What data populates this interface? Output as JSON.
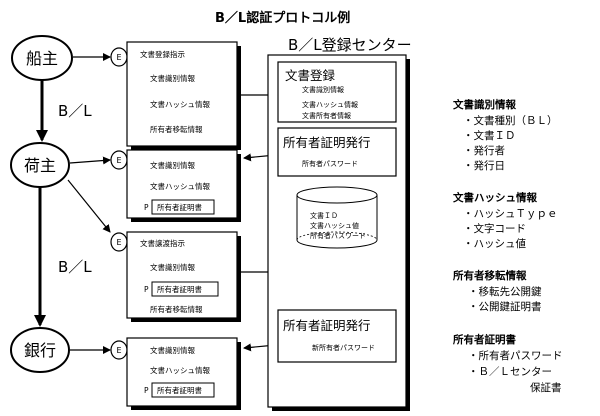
{
  "title": "B／L認証プロトコル例",
  "center_title": "B／L登録センター",
  "parties": {
    "shipper": "船主",
    "consignee": "荷主",
    "bank": "銀行"
  },
  "transfer_label": "B／L",
  "envelope_mark": "E",
  "p_mark": "P",
  "documents": {
    "doc1": {
      "lines": [
        "文書登録指示",
        "文書識別情報",
        "文書ハッシュ情報",
        "所有者移転情報"
      ]
    },
    "doc2": {
      "lines": [
        "文書識別情報",
        "文書ハッシュ情報"
      ],
      "boxed": "所有者証明書"
    },
    "doc3": {
      "lines": [
        "文書譲渡指示",
        "文書識別情報",
        "所有者移転情報"
      ],
      "boxed": "所有者証明書"
    },
    "doc4": {
      "lines": [
        "文書識別情報",
        "文書ハッシュ情報"
      ],
      "boxed": "所有者証明書"
    }
  },
  "center": {
    "registration": {
      "title": "文書登録",
      "lines": [
        "文書識別情報",
        "文書ハッシュ情報",
        "文書所有者情報"
      ]
    },
    "issue1": {
      "title": "所有者証明発行",
      "lines": [
        "所有者パスワード"
      ]
    },
    "database": {
      "lines": [
        "文書ＩＤ",
        "文書ハッシュ値",
        "所有者パスワード"
      ]
    },
    "issue2": {
      "title": "所有者証明発行",
      "lines": [
        "新所有者パスワード"
      ]
    }
  },
  "legend": [
    {
      "heading": "文書識別情報",
      "items": [
        "・文書種別（ＢＬ）",
        "・文書ＩＤ",
        "・発行者",
        "・発行日"
      ]
    },
    {
      "heading": "文書ハッシュ情報",
      "items": [
        "・ハッシュＴｙｐｅ",
        "・文字コード",
        "・ハッシュ値"
      ]
    },
    {
      "heading": "所有者移転情報",
      "items": [
        "・移転先公開鍵",
        "・公開鍵証明書"
      ]
    },
    {
      "heading": "所有者証明書",
      "items": [
        "・所有者パスワード",
        "・Ｂ／Ｌセンター",
        "保証書"
      ]
    }
  ]
}
